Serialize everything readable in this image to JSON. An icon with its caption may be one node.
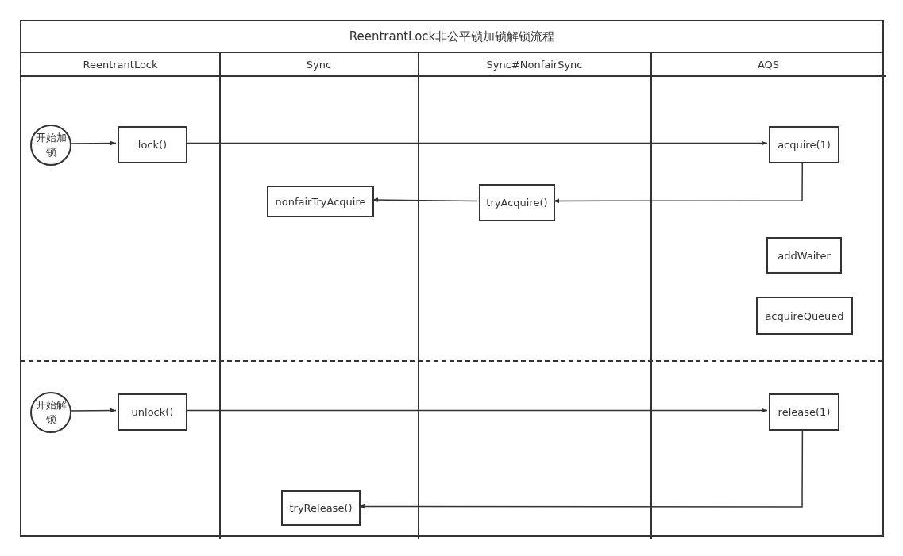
{
  "diagram": {
    "nodes": [
      {
        "text": [
          "ReentrantLock非公平锁加锁解锁流程"
        ]
      },
      {
        "text": [
          "ReentrantLock"
        ],
        "in": 0
      },
      {
        "text": [
          "Sync"
        ],
        "in": 0
      },
      {
        "text": [
          "Sync#NonfairSync"
        ],
        "in": 0
      },
      {
        "text": [
          "AQS"
        ],
        "in": 0
      },
      {
        "text": [
          "开始加锁"
        ],
        "in": 1
      },
      {
        "text": [
          "lock()"
        ],
        "in": 1
      },
      {
        "text": [
          "acquire(1)"
        ],
        "in": 4
      },
      {
        "text": [
          "nonfairTryAcquire"
        ],
        "in": 2
      },
      {
        "text": [
          "tryAcquire()"
        ],
        "in": 3
      },
      {
        "text": [
          "addWaiter"
        ],
        "in": 4
      },
      {
        "text": [
          "acquireQueued"
        ],
        "in": 4
      },
      {
        "text": [
          "开始解锁"
        ],
        "in": 1
      },
      {
        "text": [
          "unlock()"
        ],
        "in": 1
      },
      {
        "text": [
          "release(1)"
        ],
        "in": 4
      },
      {
        "text": [
          "tryRelease()"
        ],
        "in": 2
      }
    ],
    "edges": [
      {
        "from": 5,
        "to": 6,
        "arrow": "to"
      },
      {
        "from": 6,
        "to": 7,
        "arrow": "to"
      },
      {
        "from": 7,
        "to": 9,
        "arrow": "to"
      },
      {
        "from": 9,
        "to": 8,
        "arrow": "to"
      },
      {
        "from": 12,
        "to": 13,
        "arrow": "to"
      },
      {
        "from": 13,
        "to": 14,
        "arrow": "to"
      },
      {
        "from": 14,
        "to": 15,
        "arrow": "to"
      }
    ]
  }
}
